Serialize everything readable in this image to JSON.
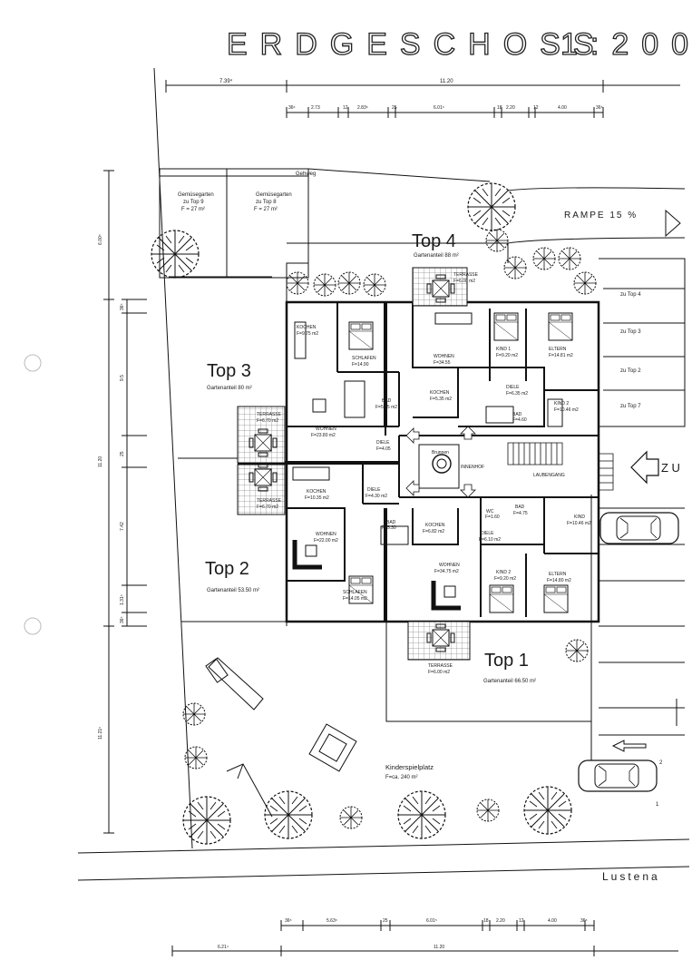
{
  "header": {
    "title": "ERDGESCHOSS",
    "scale": "1:200"
  },
  "dims_top": {
    "left": "7.39⁴",
    "total": "11.20",
    "segments": [
      "36⁵",
      "2.73",
      "12",
      "2.83⁵",
      "25",
      "6.01⁵",
      "18",
      "2.20",
      "12",
      "4.00",
      "36⁵"
    ]
  },
  "dims_bottom": {
    "left": "6.21⁴",
    "total": "11.20",
    "segments": [
      "36⁵",
      "5.63⁵",
      "25",
      "6.01⁵",
      "18",
      "2.20",
      "12",
      "4.00",
      "36⁵"
    ]
  },
  "dims_left": {
    "a": "6.00⁵",
    "total": "11.20",
    "b": "36⁵",
    "c": "9.5",
    "d": "25",
    "e": "7.42",
    "f": "1.31⁵",
    "g": "36⁵",
    "h": "11.21⁵"
  },
  "site": {
    "gehweg": "Gehweg",
    "garden9": [
      "Gemüsegarten",
      "zu Top 9",
      "F = 27 m²"
    ],
    "garden8": [
      "Gemüsegarten",
      "zu Top 8",
      "F = 27 m²"
    ],
    "rampe": "RAMPE  15 %",
    "zu": "Z U",
    "parking": [
      "zu Top 4",
      "zu Top 3",
      "zu Top 2",
      "zu Top 7"
    ],
    "spielplatz": [
      "Kinderspielplatz",
      "F=ca. 240 m²"
    ],
    "street": "Lustena",
    "mark2": "2",
    "mark1": "1"
  },
  "units": {
    "top4": {
      "label": "Top  4",
      "garden": "Gartenanteil  88 m²"
    },
    "top3": {
      "label": "Top  3",
      "garden": "Gartenanteil  80 m²"
    },
    "top2": {
      "label": "Top  2",
      "garden": "Gartenanteil  53.50 m²"
    },
    "top1": {
      "label": "Top  1",
      "garden": "Gartenanteil  66.50 m²"
    }
  },
  "rooms": {
    "terrasse4": [
      "TERRASSE",
      "F=6.00 m2"
    ],
    "kochen3": [
      "KOCHEN",
      "F=9.75 m2"
    ],
    "schlafen3": [
      "SCHLAFEN",
      "F=14.90"
    ],
    "wohnen4": [
      "WOHNEN",
      "F=34.55"
    ],
    "kind1": [
      "KIND 1",
      "F=9.20 m2"
    ],
    "eltern4": [
      "ELTERN",
      "F=14.81 m2"
    ],
    "kochen4": [
      "KOCHEN",
      "F=5.35 m2"
    ],
    "diele4": [
      "DIELE",
      "F=6.35 m2"
    ],
    "kind2_4": [
      "KIND 2",
      "F=10.46 m2"
    ],
    "bad4": [
      "BAD",
      "F=4.60"
    ],
    "bad3": [
      "BAD",
      "F=5.65 m2"
    ],
    "terrasse3": [
      "TERRASSE",
      "F=6.70 m2"
    ],
    "wohnen3": [
      "WOHNEN",
      "F=23.80 m2"
    ],
    "diele3": [
      "DIELE",
      "F=4.05"
    ],
    "brunnen": "Brunnen",
    "innenhof": "INNENHOF",
    "laubengang": "LAUBENGANG",
    "terrasse2": [
      "TERRASSE",
      "F=6.70 m2"
    ],
    "kochen2": [
      "KOCHEN",
      "F=10.35 m2"
    ],
    "diele2": [
      "DIELE",
      "F=4.30 m2"
    ],
    "wohnen2": [
      "WOHNEN",
      "F=22.00 m2"
    ],
    "bad2": [
      "BAD",
      "F=5.30"
    ],
    "kochen1": [
      "KOCHEN",
      "F=6.82 m2"
    ],
    "wc1": [
      "WC",
      "F=1.60"
    ],
    "bad1": [
      "BAD",
      "F=4.75"
    ],
    "kind_1": [
      "KIND",
      "F=10.46 m2"
    ],
    "diele1": [
      "DIELE",
      "F=6.10 m2"
    ],
    "wohnen1": [
      "WOHNEN",
      "F=34.75 m2"
    ],
    "kind2_1": [
      "KIND 2",
      "F=9.20 m2"
    ],
    "eltern1": [
      "ELTERN",
      "F=14.80 m2"
    ],
    "schlafen2": [
      "SCHLAFEN",
      "F=14.05 m2"
    ],
    "terrasse1": [
      "TERRASSE",
      "F=6.00 m2"
    ]
  }
}
